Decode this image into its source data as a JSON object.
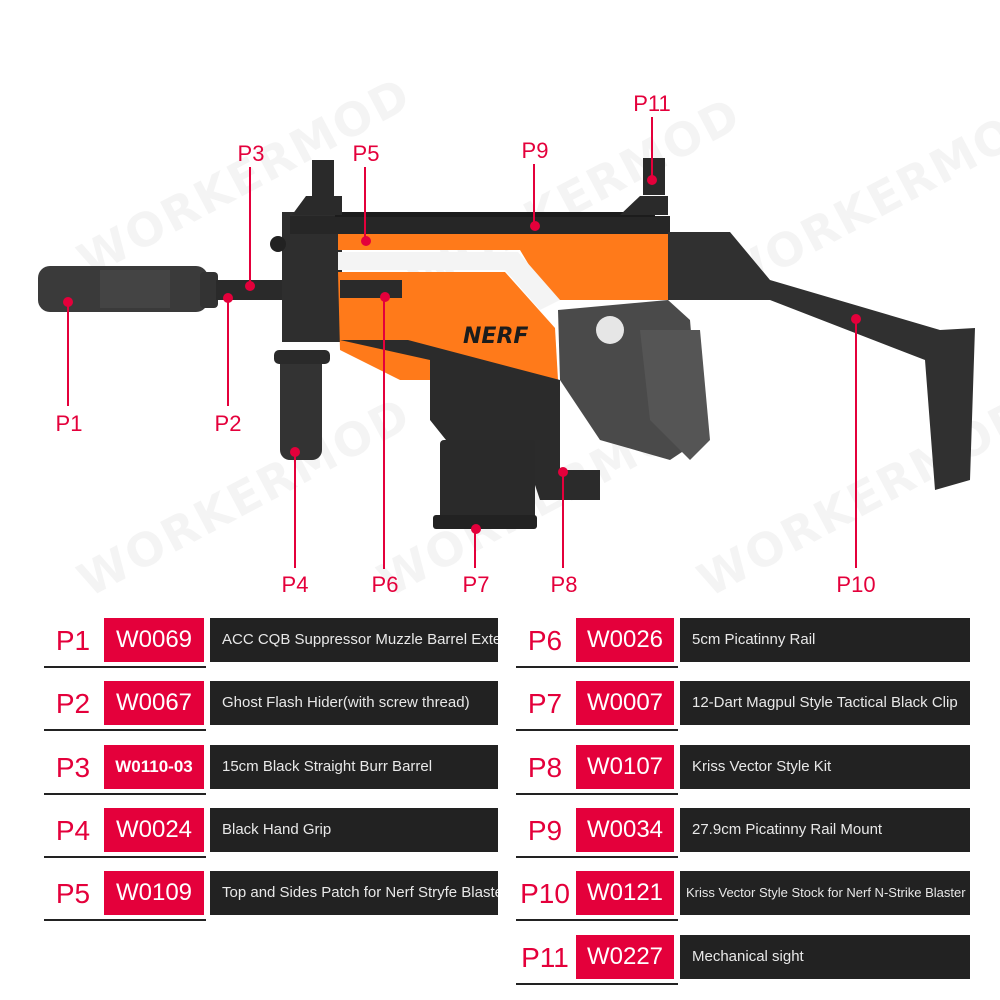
{
  "colors": {
    "accent": "#e4003b",
    "desc_bg": "#222222",
    "orange": "#ff7a1a",
    "body_black": "#2b2b2b"
  },
  "watermark": "WORKERMOD",
  "product_image": {
    "logo_text": "NERF",
    "callouts": [
      {
        "id": "P1",
        "label": "P1"
      },
      {
        "id": "P2",
        "label": "P2"
      },
      {
        "id": "P3",
        "label": "P3"
      },
      {
        "id": "P4",
        "label": "P4"
      },
      {
        "id": "P5",
        "label": "P5"
      },
      {
        "id": "P6",
        "label": "P6"
      },
      {
        "id": "P7",
        "label": "P7"
      },
      {
        "id": "P8",
        "label": "P8"
      },
      {
        "id": "P9",
        "label": "P9"
      },
      {
        "id": "P10",
        "label": "P10"
      },
      {
        "id": "P11",
        "label": "P11"
      }
    ]
  },
  "parts": [
    {
      "pnum": "P1",
      "code": "W0069",
      "description": "ACC CQB Suppressor Muzzle Barrel Extension"
    },
    {
      "pnum": "P2",
      "code": "W0067",
      "description": "Ghost Flash Hider(with screw thread)"
    },
    {
      "pnum": "P3",
      "code": "W0110-03",
      "description": "15cm Black Straight Burr Barrel"
    },
    {
      "pnum": "P4",
      "code": "W0024",
      "description": "Black Hand Grip"
    },
    {
      "pnum": "P5",
      "code": "W0109",
      "description": "Top and Sides Patch for Nerf Stryfe Blaster"
    },
    {
      "pnum": "P6",
      "code": "W0026",
      "description": "5cm Picatinny Rail"
    },
    {
      "pnum": "P7",
      "code": "W0007",
      "description": "12-Dart Magpul Style Tactical Black Clip"
    },
    {
      "pnum": "P8",
      "code": "W0107",
      "description": "Kriss Vector Style Kit"
    },
    {
      "pnum": "P9",
      "code": "W0034",
      "description": "27.9cm Picatinny Rail Mount"
    },
    {
      "pnum": "P10",
      "code": "W0121",
      "description": "Kriss Vector Style Stock for Nerf N-Strike Blaster"
    },
    {
      "pnum": "P11",
      "code": "W0227",
      "description": "Mechanical sight"
    }
  ]
}
